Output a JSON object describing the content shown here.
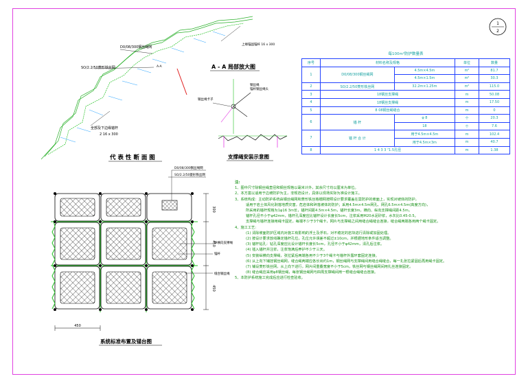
{
  "sheet": {
    "page_num": "1",
    "page_total": "2"
  },
  "section": {
    "title": "代 表 性 断 面 图",
    "label_mesh": "D0/08/300钢丝绳网",
    "label_rhombic": "SO/2.2/50菱形铁丝网",
    "label_anchor": "全部及下边缘锚杆",
    "label_anchor_spec": "2 16 x 300",
    "label_top_anchor": "上缘锚固锚杆 16 x 300",
    "label_aa": "A-A"
  },
  "detail": {
    "title": "A - A 局部放大图",
    "label_rope": "钢丝绳",
    "label_clip": "钢丝绳卡子",
    "label_anchor": "锚杆钢丝绳头",
    "support_title": "支撑绳安装示意图"
  },
  "plan": {
    "title": "系统标准布置及锚台图",
    "tag1": "D0/08/300钢丝绳网",
    "tag2": "SO/2.2/50菱形铁丝网",
    "label_lateral": "纵横向支撑绳",
    "label_anchor": "锚杆",
    "label_border": "缝合钢丝绳",
    "dim_top": "300",
    "dim_mid": "450",
    "dim_bottom": "450",
    "dim_width": "450"
  },
  "table": {
    "caption": "每100m²防护数量表",
    "headers": [
      "序号",
      "材料名称及规格",
      "",
      "单位",
      "数量"
    ],
    "rows": [
      {
        "no": "1",
        "name": "D0/08/300钢丝绳网",
        "spec": "4.5m×4.5m",
        "unit": "m²",
        "qty": "81.7"
      },
      {
        "no": "",
        "name": "",
        "spec": "4.5m×1.5m",
        "unit": "m²",
        "qty": "30.3"
      },
      {
        "no": "2",
        "name": "SO/2.2/50菱形铁丝网",
        "spec": "32.2m×1.25m",
        "unit": "m²",
        "qty": "115.0"
      },
      {
        "no": "3",
        "name": "18钢丝支撑绳",
        "spec": "",
        "unit": "m",
        "qty": "50.08"
      },
      {
        "no": "4",
        "name": "18钢丝支撑绳",
        "spec": "",
        "unit": "m",
        "qty": "17.50"
      },
      {
        "no": "5",
        "name": "8 08钢丝绳缝合",
        "spec": "",
        "unit": "m",
        "qty": "0"
      },
      {
        "no": "6",
        "name": "锚 杆",
        "spec": "φ 8",
        "unit": "个",
        "qty": "20.3"
      },
      {
        "no": "",
        "name": "",
        "spec": "18",
        "unit": "个",
        "qty": "7.6"
      },
      {
        "no": "7",
        "name": "锚 杆 合 计",
        "spec": "用于4.5m×4.5m",
        "unit": "m",
        "qty": "102.4"
      },
      {
        "no": "",
        "name": "",
        "spec": "用于4.5m×3m",
        "unit": "m",
        "qty": "40.7"
      },
      {
        "no": "8",
        "name": "1 4 3 3 ⁷1.5孔径",
        "spec": "",
        "unit": "m",
        "qty": "1.38"
      }
    ]
  },
  "notes": {
    "heading": "注:",
    "lines": [
      "1、图中尺寸除钢丝绳直径和钢丝规格以毫米计外，其余尺寸均以厘米为单位。",
      "2、本方案以适用于边坡防护为主，非规范设计，具体以现场实际为准设计施工。",
      "3、系统构成：主动防护系统由钢丝绳网和菱形铁丝格栅网按照设计要求覆盖在需防护的坡面上，实现对坡体的防护，",
      "   适用于岩土体风化剥落地质灾害，危岩体和碎落坡体的防护；采用4.5m×4.5m网孔、网孔6.5m×4.5m(高度方向)，",
      "   所采用的锚杆规格为1φ16 3m长，锚杆间距4.5m×4.5m，锚杆长度3m，横向、纵向支撑绳间距4.5m，",
      "   锚杆孔径不小于φ42mm，锚杆孔深度应比锚杆设计长度长5cm，注浆采用M20水泥砂浆，水灰比0.45-0.5。",
      "   支撑绳与锚杆连接用绳卡固定，每端不少于3个绳卡，网片与支撑绳之间用缝合绳缝合连接，缝合绳两端各用两个绳卡固定。",
      "4、施工工艺:",
      "(1) 清除坡面防护区域内对施工有影响的浮土及浮石，对不稳定的岩块进行清除或加固处理。",
      "(2) 按设计要求放线确定锚杆孔位，孔位允许误差不超过±10cm，并根据地形条件适当调整。",
      "(3) 锚杆钻孔：钻孔深度应比设计锚杆长度长5cm，孔径不小于φ42mm，清孔后注浆。",
      "(4) 插入锚杆并注浆，注浆饱满后养护不少于三天。",
      "(5) 安装纵横向支撑绳，张拉紧后两端各用不少于3个绳卡与锚杆外露环套固定连接。",
      "(6) 从上向下铺挂钢丝绳网，缝合绳两端应各长出约1m，钢丝绳网与支撑绳间用缝合绳缝合，每一扎张拉紧固后再用绳卡固定。",
      "(7) 铺设菱形铁丝网，从上向下进行，网片间重叠宽度不小于5cm，铁丝网与钢丝绳网间用扎丝连接固定。",
      "(8) 缝合绳应采用φ8钢丝绳，每张钢丝绳网与四周支撑绳间用一根缝合绳缝合连接。",
      "5、本防护系统施工完成后应进行检查验收。"
    ]
  }
}
